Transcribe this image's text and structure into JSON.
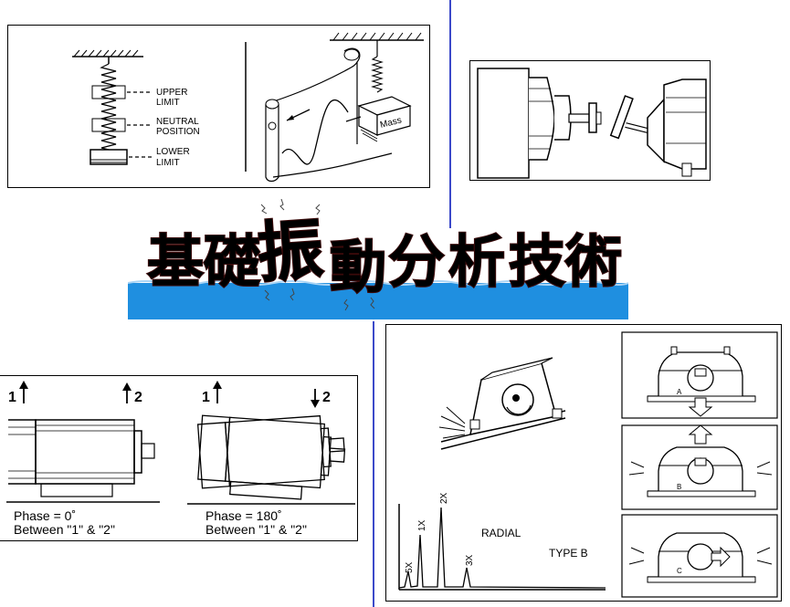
{
  "banner": {
    "title": "基礎振動分析技術",
    "chars": [
      "基",
      "礎",
      "振",
      "動",
      "分",
      "析",
      "技",
      "術"
    ],
    "water_color": "#1f8fe0",
    "title_color": "#d8252c"
  },
  "spring_panel": {
    "upper_limit": [
      "UPPER",
      "LIMIT"
    ],
    "neutral_position": [
      "NEUTRAL",
      "POSITION"
    ],
    "lower_limit": [
      "LOWER",
      "LIMIT"
    ],
    "mass_label": "Mass"
  },
  "phase_panel": {
    "left_markers": {
      "m1": "1",
      "m2": "2"
    },
    "right_markers": {
      "m1": "1",
      "m2": "2"
    },
    "left_phase": "Phase = 0˚",
    "left_between": "Between \"1\" & \"2\"",
    "right_phase": "Phase = 180˚",
    "right_between": "Between \"1\" & \"2\""
  },
  "spectrum_panel": {
    "peaks": [
      "5X",
      "1X",
      "2X",
      "3X"
    ],
    "radial": "RADIAL",
    "type": "TYPE B",
    "box_labels": [
      "A",
      "B",
      "C"
    ]
  },
  "divider_color": "#3b49c9"
}
